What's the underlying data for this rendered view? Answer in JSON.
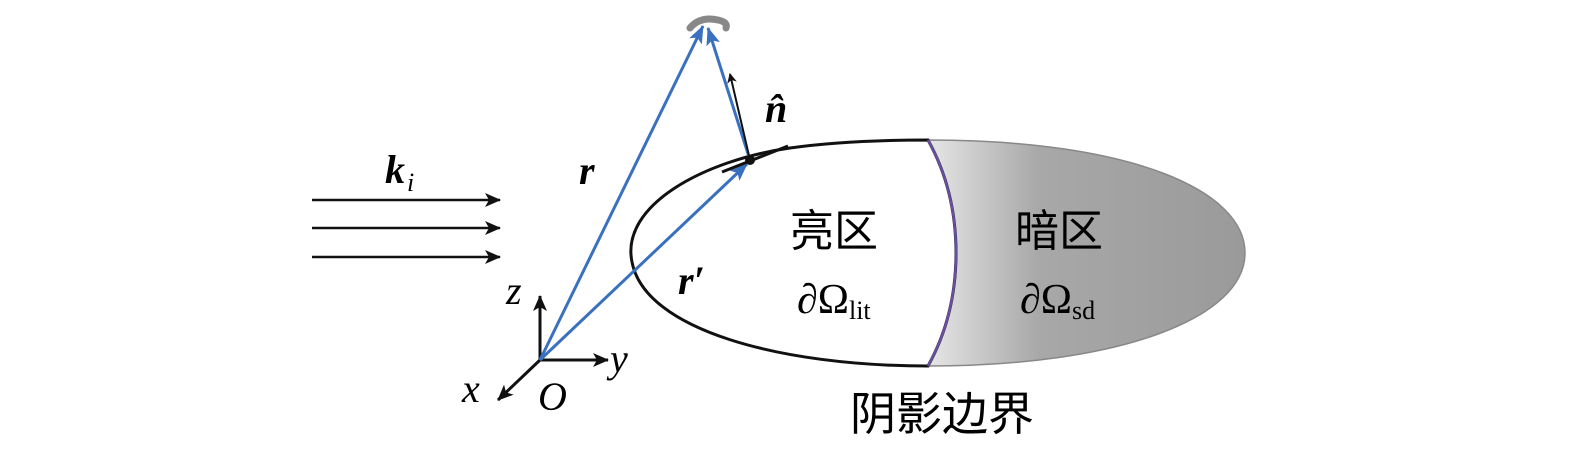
{
  "labels": {
    "incident_wave": "k",
    "incident_wave_sub": "i",
    "position_vector": "r",
    "source_vector": "r′",
    "normal_vector": "n̂",
    "axis_x": "x",
    "axis_y": "y",
    "axis_z": "z",
    "origin": "O",
    "lit_region": "亮区",
    "lit_symbol": "∂Ω",
    "lit_sub": "lit",
    "shadow_region": "暗区",
    "shadow_symbol": "∂Ω",
    "shadow_sub": "sd",
    "shadow_boundary": "阴影边界"
  },
  "colors": {
    "vector_blue": "#3a70c0",
    "outline": "#111111",
    "shadow_gray": "#9a9a9a",
    "shadow_boundary_purple": "#6a4fa0"
  }
}
